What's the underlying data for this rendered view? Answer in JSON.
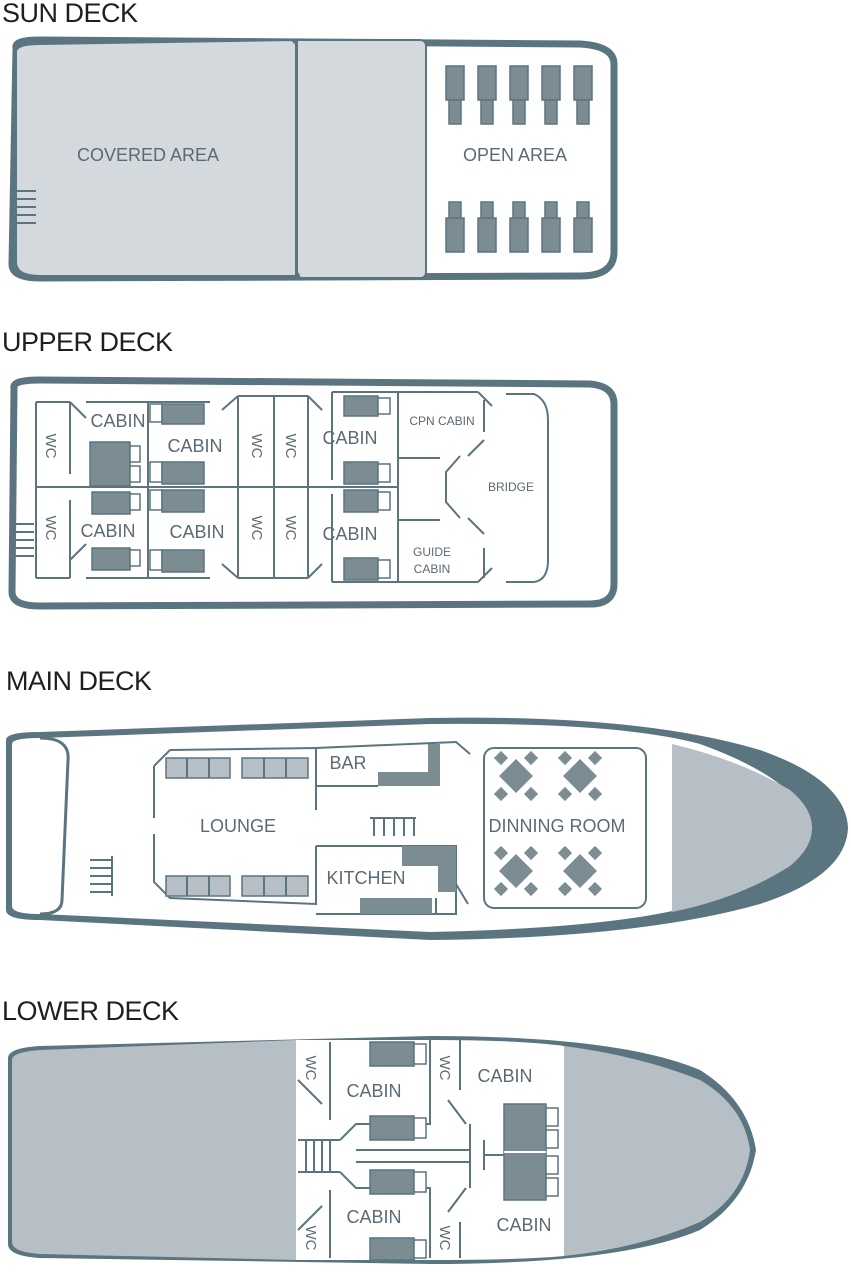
{
  "decks": [
    {
      "id": "sun",
      "title": "SUN DECK",
      "labels": [
        "COVERED AREA",
        "OPEN AREA"
      ]
    },
    {
      "id": "upper",
      "title": "UPPER DECK",
      "labels": [
        "CABIN",
        "CABIN",
        "CABIN",
        "CABIN",
        "CABIN",
        "CABIN",
        "WC",
        "WC",
        "WC",
        "WC",
        "WC",
        "WC",
        "CPN CABIN",
        "BRIDGE",
        "GUIDE",
        "CABIN"
      ]
    },
    {
      "id": "main",
      "title": "MAIN DECK",
      "labels": [
        "BAR",
        "LOUNGE",
        "KITCHEN",
        "DINNING ROOM"
      ]
    },
    {
      "id": "lower",
      "title": "LOWER DECK",
      "labels": [
        "CABIN",
        "CABIN",
        "CABIN",
        "CABIN",
        "WC",
        "WC",
        "WC",
        "WC"
      ]
    }
  ],
  "colors": {
    "outline": "#5b7580",
    "covered_fill": "#d4d9de",
    "bow_fill": "#b7bfc6",
    "furniture": "#7b8c93"
  }
}
